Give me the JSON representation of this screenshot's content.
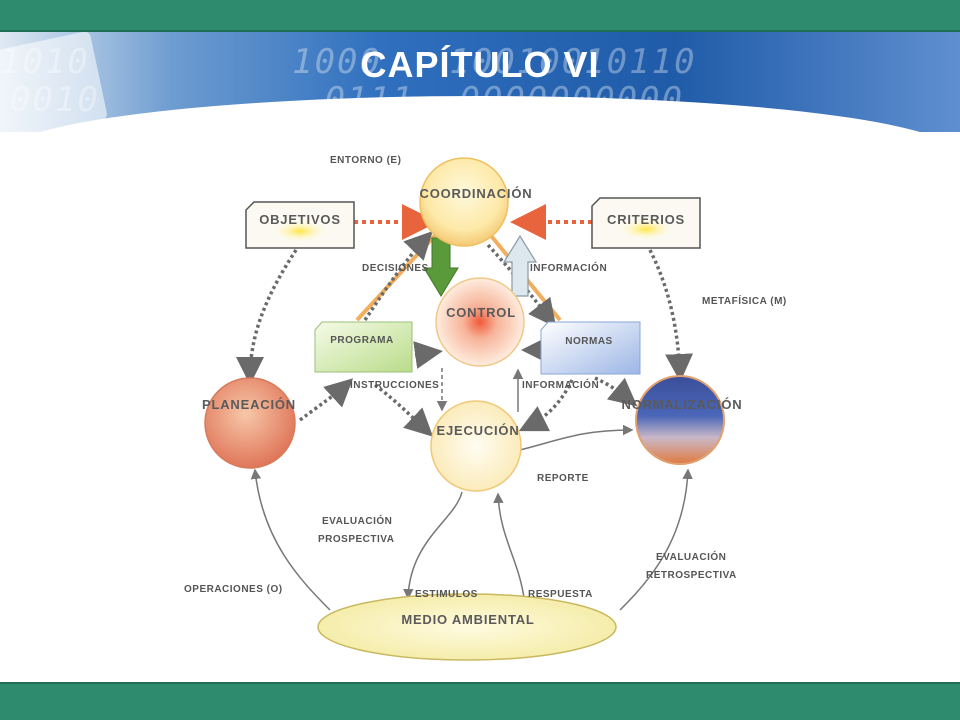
{
  "title": "CAPÍTULO VI",
  "diagram": {
    "nodes": {
      "coordinacion": "COORDINACIÓN",
      "control": "CONTROL",
      "ejecucion": "EJECUCIÓN",
      "planeacion": "PLANEACIÓN",
      "normalizacion": "NORMALIZACIÓN",
      "medio_ambiental": "MEDIO AMBIENTAL"
    },
    "boxes": {
      "objetivos": "OBJETIVOS",
      "criterios": "CRITERIOS",
      "programa": "PROGRAMA",
      "normas": "NORMAS"
    },
    "labels": {
      "entorno": "ENTORNO (E)",
      "metafisica": "METAFÍSICA (M)",
      "operaciones": "OPERACIONES (O)",
      "decisiones": "DECISIONES",
      "informacion_top": "INFORMACIÓN",
      "instrucciones": "INSTRUCCIONES",
      "informacion_mid": "INFORMACIÓN",
      "reporte": "REPORTE",
      "evaluacion_prospectiva_1": "EVALUACIÓN",
      "evaluacion_prospectiva_2": "PROSPECTIVA",
      "evaluacion_retrospectiva_1": "EVALUACIÓN",
      "evaluacion_retrospectiva_2": "RETROSPECTIVA",
      "estimulos": "ESTIMULOS",
      "respuesta": "RESPUESTA"
    },
    "colors": {
      "header_green": "#2e8b6e",
      "banner_blue": "#1f5ba8",
      "dotted_arrow": "#6a6a6a",
      "red_arrow": "#e8643c",
      "green_arrow": "#5a9a3a",
      "orange_line": "#f0a040"
    }
  }
}
